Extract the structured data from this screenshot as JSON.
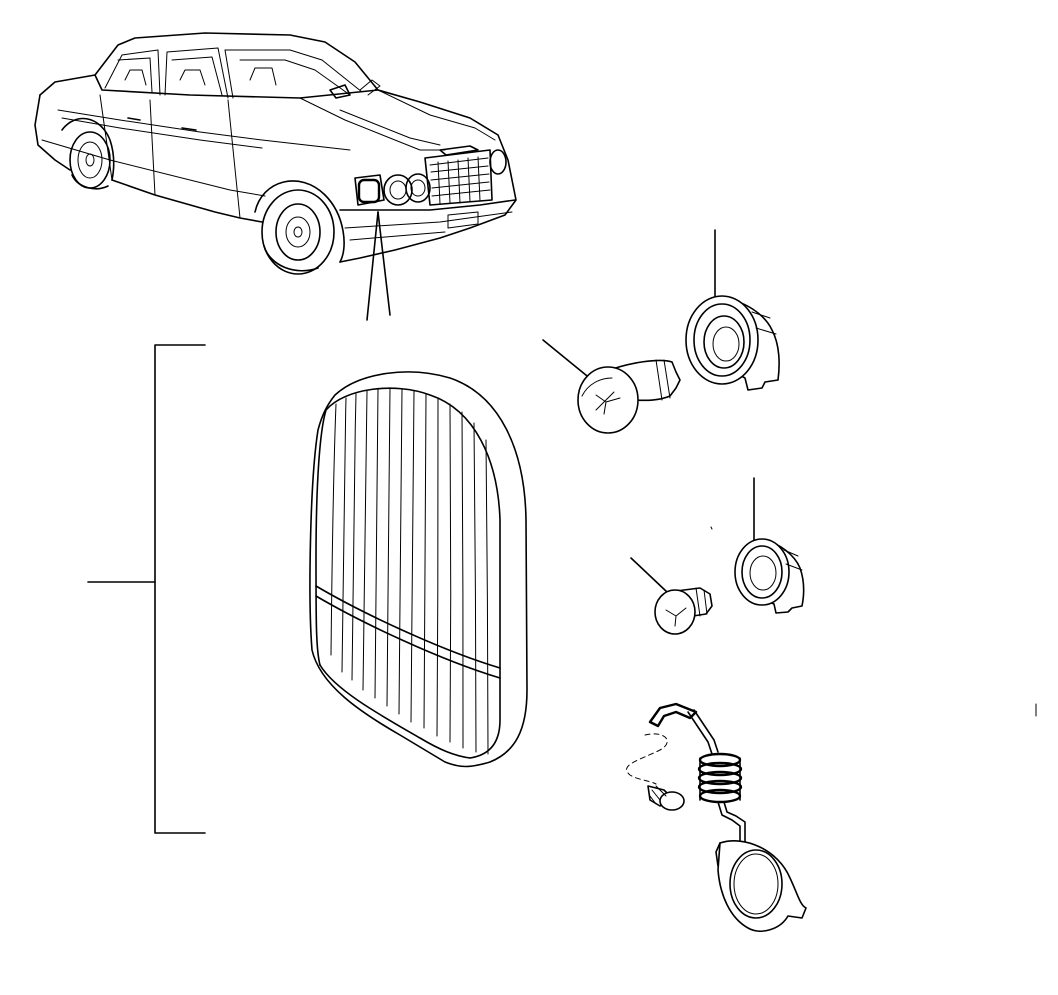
{
  "diagram": {
    "colors": {
      "ink": "#000000",
      "paper": "#ffffff"
    },
    "parts": [
      {
        "id": "car",
        "icon": "sedan-car-illustration"
      },
      {
        "id": "lamp-lens",
        "icon": "front-indicator-lens"
      },
      {
        "id": "large-bulb",
        "icon": "single-filament-bulb"
      },
      {
        "id": "large-bulb-holder",
        "icon": "bayonet-bulb-holder"
      },
      {
        "id": "small-bulb",
        "icon": "capless-bulb"
      },
      {
        "id": "small-bulb-holder",
        "icon": "bayonet-bulb-holder"
      },
      {
        "id": "clip-spring",
        "icon": "coil-spring-retainer"
      },
      {
        "id": "screw",
        "icon": "self-tapping-screw"
      }
    ]
  }
}
